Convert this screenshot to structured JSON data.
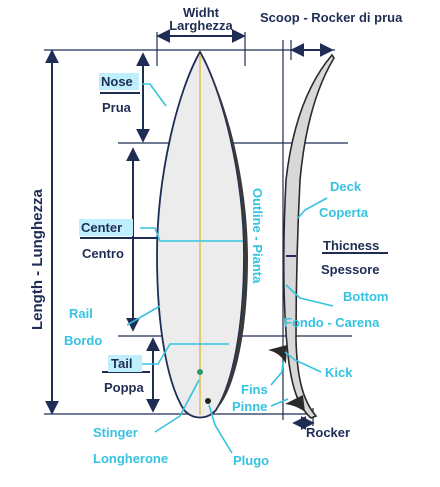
{
  "labels": {
    "width_en": "Widht",
    "width_it": "Larghezza",
    "scoop": "Scoop - Rocker di prua",
    "length": "Length - Lunghezza",
    "nose": "Nose",
    "prua": "Prua",
    "center": "Center",
    "centro": "Centro",
    "rail": "Rail",
    "bordo": "Bordo",
    "tail": "Tail",
    "poppa": "Poppa",
    "outline": "Outline - Pianta",
    "deck": "Deck",
    "coperta": "Coperta",
    "thicness": "Thicness",
    "spessore": "Spessore",
    "bottom": "Bottom",
    "fondo": "Fondo - Carena",
    "kick": "Kick",
    "fins": "Fins",
    "pinne": "Pinne",
    "rocker": "Rocker",
    "stinger": "Stinger",
    "longherone": "Longherone",
    "plugo": "Plugo"
  },
  "colors": {
    "dark": "#1f2d55",
    "cyan": "#34c3e0",
    "highlight": "#bfeffc",
    "board": "#ececec",
    "stringer": "#e0b84a"
  }
}
